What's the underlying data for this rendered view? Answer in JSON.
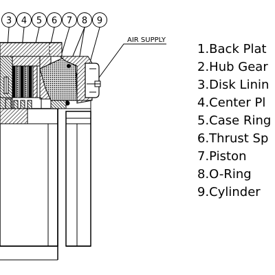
{
  "callouts": [
    "3",
    "4",
    "5",
    "6",
    "7",
    "8",
    "9"
  ],
  "air_supply_label": "AIR SUPPLY",
  "legend": [
    "1.Back Plat",
    "2.Hub Gear",
    "3.Disk Linin",
    "4.Center Pl",
    "5.Case Ring",
    "6.Thrust Sp",
    "7.Piston",
    "8.O-Ring",
    "9.Cylinder"
  ]
}
